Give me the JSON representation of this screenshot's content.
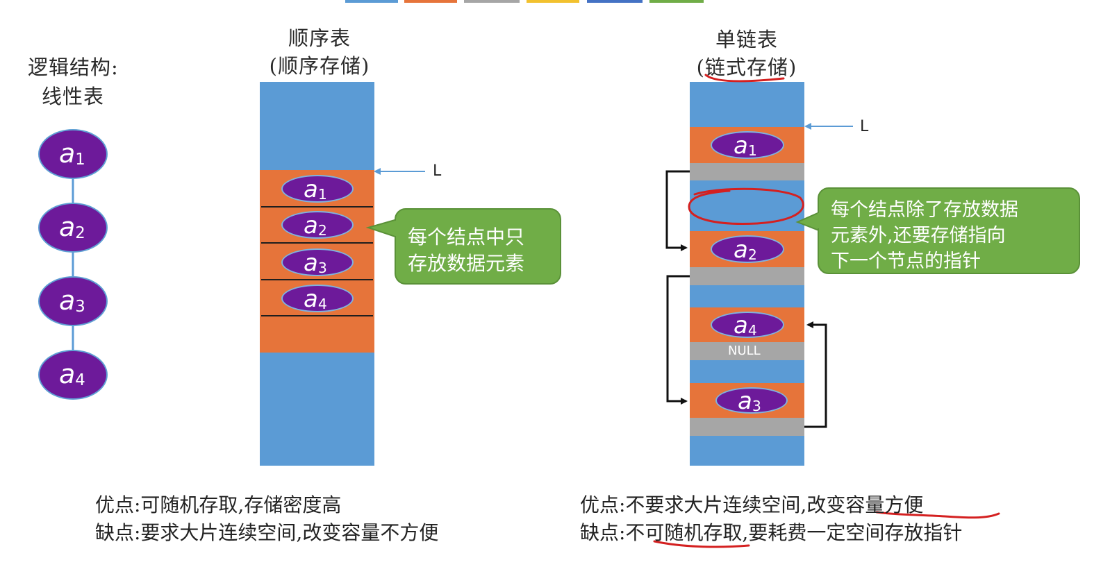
{
  "logical": {
    "title_line1": "逻辑结构:",
    "title_line2": "线性表",
    "nodes": [
      "a1",
      "a2",
      "a3",
      "a4"
    ]
  },
  "sequential": {
    "title": "顺序表",
    "subtitle": "(顺序存储)",
    "pointer": "L",
    "cells": [
      "a1",
      "a2",
      "a3",
      "a4"
    ],
    "callout_line1": "每个结点中只",
    "callout_line2": "存放数据元素",
    "pros": "优点:可随机存取,存储密度高",
    "cons": "缺点:要求大片连续空间,改变容量不方便"
  },
  "linked": {
    "title": "单链表",
    "subtitle": "(链式存储)",
    "pointer": "L",
    "cells": [
      "a1",
      "a2",
      "a4",
      "a3"
    ],
    "null_label": "NULL",
    "callout_line1": "每个结点除了存放数据",
    "callout_line2": "元素外,还要存储指向",
    "callout_line3": "下一个节点的指针",
    "pros": "优点:不要求大片连续空间,改变容量方便",
    "cons": "缺点:不可随机存取,要耗费一定空间存放指针"
  },
  "colors": {
    "node_fill": "#6d1a9a",
    "memory_blue": "#5b9bd5",
    "data_orange": "#e6743a",
    "pointer_gray": "#a6a6a6",
    "callout_green": "#70ad47",
    "annotation_red": "#d42020"
  }
}
